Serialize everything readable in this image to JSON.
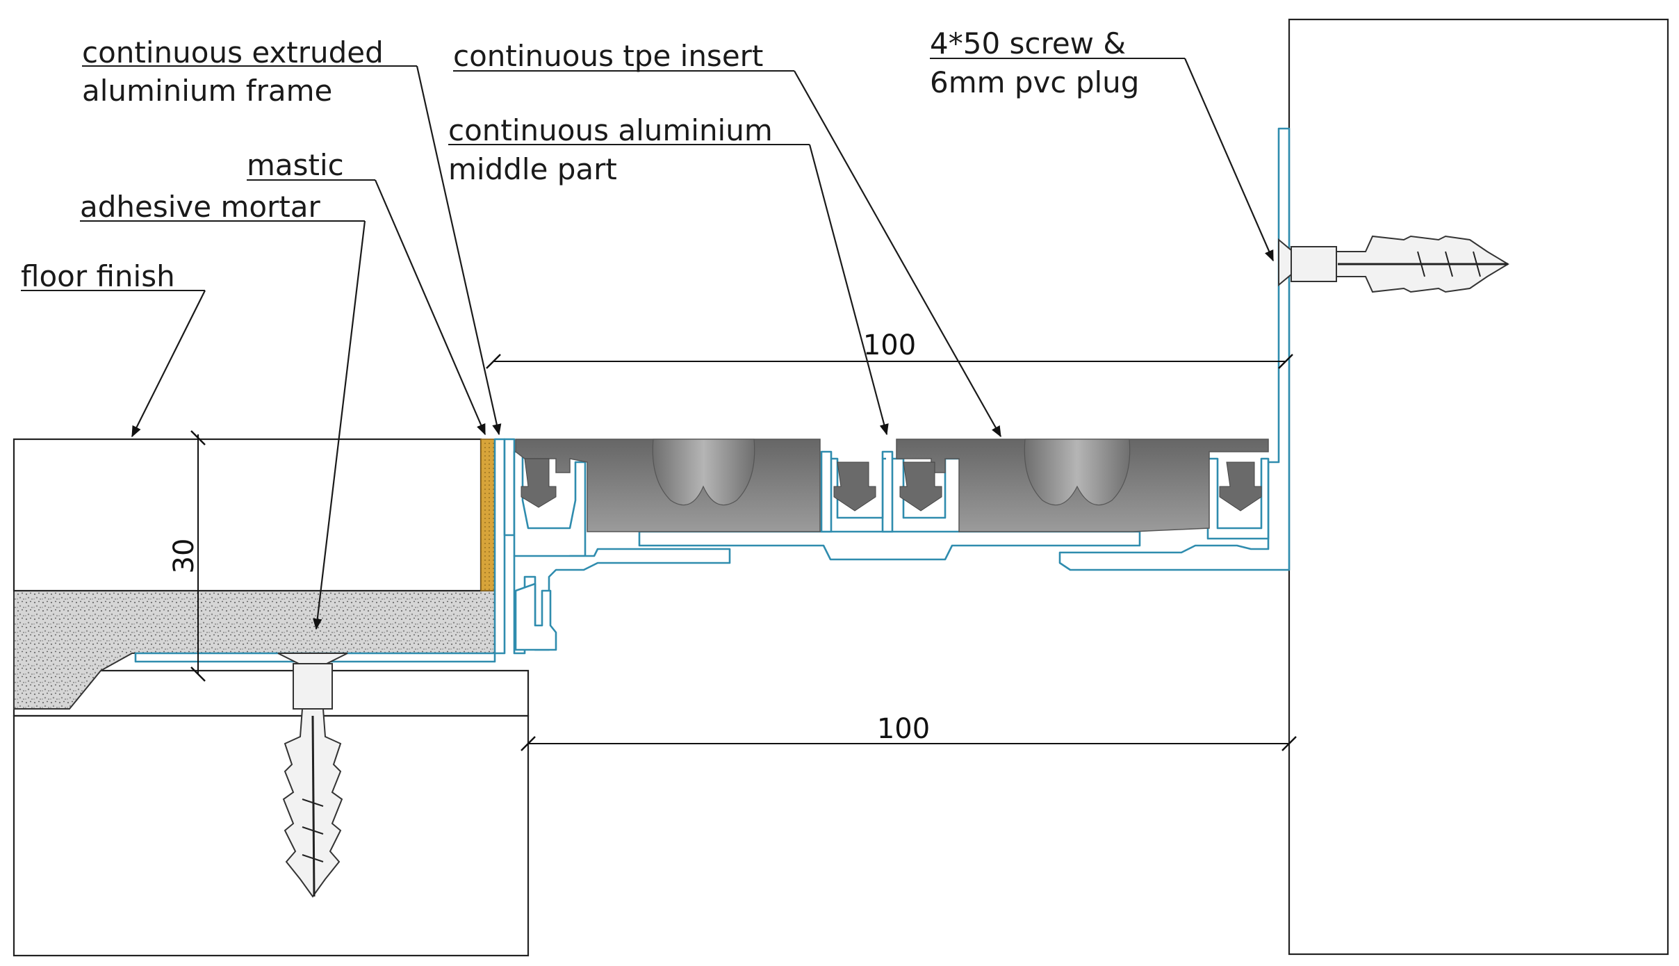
{
  "labels": {
    "frame": [
      "continuous extruded",
      "aluminium  frame"
    ],
    "tpe_insert": "continuous tpe insert",
    "screw": [
      "4*50 screw &",
      "6mm pvc plug"
    ],
    "middle_part": [
      "continuous aluminium",
      "middle part"
    ],
    "mastic": "mastic",
    "adhesive_mortar": "adhesive mortar",
    "floor_finish": "floor finish"
  },
  "dimensions": {
    "upper_width": "100",
    "lower_width": "100",
    "height": "30"
  },
  "colors": {
    "aluminium": "#2f8cae",
    "floor_finish_pattern": "#3bb8a0",
    "mastic": "#c9962e",
    "tpe_insert": "#777777",
    "hatch": "#4a8ea8"
  }
}
